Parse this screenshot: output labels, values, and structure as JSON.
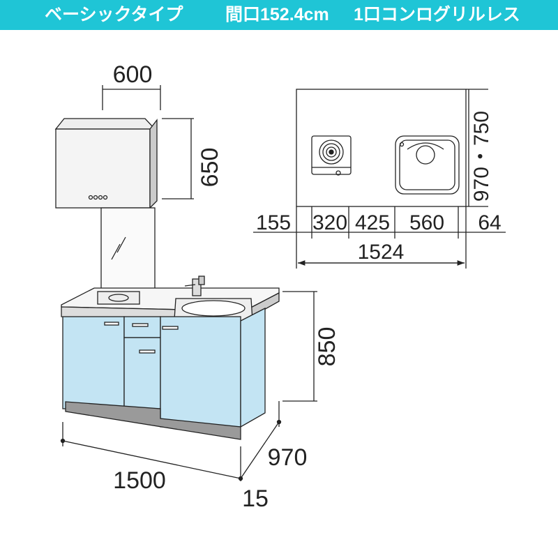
{
  "header": {
    "type_label": "ベーシックタイプ",
    "width_label": "間口152.4cm",
    "stove_label": "1口コンログリルレス"
  },
  "colors": {
    "header_bg": "#1fc5d6",
    "cabinet_front": "#c3e4f3",
    "plinth": "#9a9a9a"
  },
  "plan_view": {
    "depth_label": "970・750",
    "segments": [
      "155",
      "320",
      "425",
      "560",
      "64"
    ],
    "total": "1524"
  },
  "elevation": {
    "hood_width": "600",
    "hood_height": "650",
    "counter_height": "850",
    "depth": "970",
    "width": "1500",
    "offset": "15"
  }
}
